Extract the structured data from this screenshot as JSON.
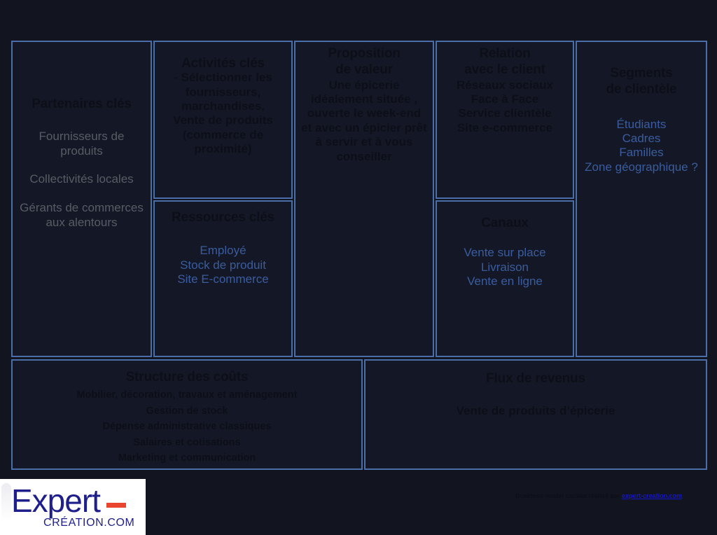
{
  "colors": {
    "page_background": "#12151f",
    "cell_background": "#141826",
    "cell_border": "#4a6ea8",
    "title_text": "#0c0f18",
    "gray_text": "#575c64",
    "blue_text": "#3a5c9e",
    "logo_blue": "#1f1f8c",
    "logo_red": "#e8442e",
    "link_blue": "#1414cf"
  },
  "canvas": {
    "blocks": {
      "key_partners": {
        "title": "Partenaires clés",
        "body": "Fournisseurs de produits\n\nCollectivités locales\n\nGérants de commerces aux alentours"
      },
      "key_activities": {
        "title": "Activités clés",
        "body": "- Sélectionner les fournisseurs, marchandises,\nVente de produits (commerce de proximité)"
      },
      "key_resources": {
        "title": "Ressources clés",
        "body": "Employé\nStock de produit\nSite E-commerce"
      },
      "value_proposition": {
        "title": "Proposition\nde valeur",
        "body": "Une épicerie idéalement située , ouverte le week-end et avec un épicier prêt à servir et à vous conseiller"
      },
      "customer_relationships": {
        "title": "Relation\navec le client",
        "body": "Réseaux sociaux\nFace à Face\nService clientèle\nSite e-commerce"
      },
      "channels": {
        "title": "Canaux",
        "body": "Vente sur place\nLivraison\nVente en ligne"
      },
      "customer_segments": {
        "title": "Segments\nde clientèle",
        "body": "Étudiants\nCadres\nFamilles\nZone géographique ?"
      },
      "cost_structure": {
        "title": "Structure des coûts",
        "body": "Mobilier, décoration, travaux et aménagement\nGestion de stock\nDépense administrative classiques\nSalaires et cotisations\nMarketing et communication"
      },
      "revenue_streams": {
        "title": "Flux de revenus",
        "body": "Vente de produits d’épicerie"
      }
    }
  },
  "footer": {
    "logo": {
      "word": "Expert",
      "subtitle": "CRÉATION.COM"
    },
    "credit_prefix": "Business model canvas réalisé par ",
    "credit_link": "expert-creation.com"
  }
}
